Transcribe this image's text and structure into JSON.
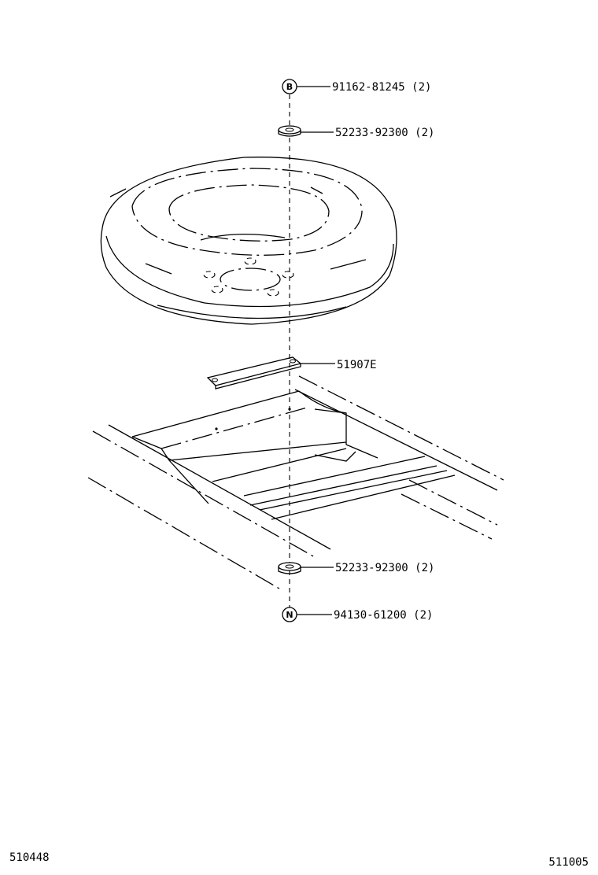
{
  "diagram": {
    "parts": [
      {
        "callout": "B",
        "label": "91162-81245 (2)"
      },
      {
        "callout": "",
        "label": "52233-92300 (2)"
      },
      {
        "callout": "",
        "label": "51907E"
      },
      {
        "callout": "",
        "label": "52233-92300 (2)"
      },
      {
        "callout": "N",
        "label": "94130-61200 (2)"
      }
    ],
    "footer": {
      "left_code": "510448",
      "right_code": "511005"
    }
  }
}
